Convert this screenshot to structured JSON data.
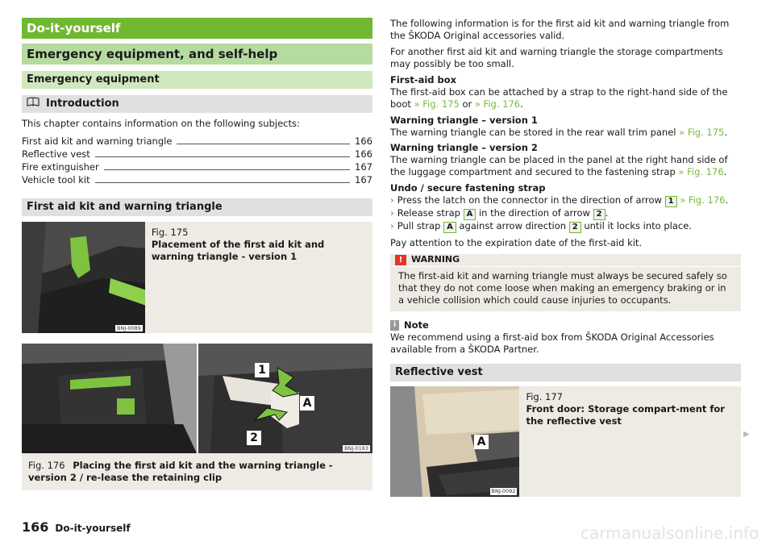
{
  "header": {
    "chapter": "Do-it-yourself",
    "section": "Emergency equipment, and self-help",
    "subsection": "Emergency equipment",
    "intro_title": "Introduction"
  },
  "intro": {
    "text": "This chapter contains information on the following subjects:",
    "toc": [
      {
        "label": "First aid kit and warning triangle",
        "page": "166"
      },
      {
        "label": "Reflective vest",
        "page": "166"
      },
      {
        "label": "Fire extinguisher",
        "page": "167"
      },
      {
        "label": "Vehicle tool kit",
        "page": "167"
      }
    ]
  },
  "first_aid": {
    "title": "First aid kit and warning triangle",
    "fig175": {
      "num": "Fig. 175",
      "caption": "Placement of the first aid kit and warning triangle - version 1",
      "code": "BNJ-0089"
    },
    "fig176": {
      "num": "Fig. 176",
      "caption": "Placing the first aid kit and the warning triangle - version 2 / re-lease the retaining clip",
      "code": "BNJ-0183",
      "badge1": "1",
      "badgeA": "A",
      "badge2": "2"
    }
  },
  "right": {
    "p1": "The following information is for the first aid kit and warning triangle from the ŠKODA Original accessories valid.",
    "p2": "For another first aid kit and warning triangle the storage compartments may possibly be too small.",
    "box_title": "First-aid box",
    "box_text": "The first-aid box can be attached by a strap to the right-hand side of the boot",
    "box_link1": "» Fig. 175",
    "box_or": "or",
    "box_link2": "» Fig. 176",
    "v1_title": "Warning triangle – version 1",
    "v1_text": "The warning triangle can be stored in the rear wall trim panel",
    "v1_link": "» Fig. 175",
    "v2_title": "Warning triangle – version 2",
    "v2_text": "The warning triangle can be placed in the panel at the right hand side of the luggage compartment and secured to the fastening strap",
    "v2_link": "» Fig. 176",
    "undo_title": "Undo / secure fastening strap",
    "step1_a": "Press the latch on the connector in the direction of arrow",
    "step1_key": "1",
    "step1_link": "» Fig. 176",
    "step2_a": "Release strap",
    "step2_key1": "A",
    "step2_b": "in the direction of arrow",
    "step2_key2": "2",
    "step3_a": "Pull strap",
    "step3_key1": "A",
    "step3_b": "against arrow direction",
    "step3_key2": "2",
    "step3_c": "until it locks into place.",
    "expiry": "Pay attention to the expiration date of the first-aid kit.",
    "warning_title": "WARNING",
    "warning_text": "The first-aid kit and warning triangle must always be secured safely so that they do not come loose when making an emergency braking or in a vehicle collision which could cause injuries to occupants.",
    "note_title": "Note",
    "note_text": "We recommend using a first-aid box from ŠKODA Original Accessories available from a ŠKODA Partner.",
    "vest_title": "Reflective vest",
    "fig177": {
      "num": "Fig. 177",
      "caption": "Front door: Storage compart-ment for the reflective vest",
      "code": "BNJ-0092",
      "badgeA": "A"
    }
  },
  "footer": {
    "page": "166",
    "section": "Do-it-yourself"
  },
  "watermark": "carmanualsonline.info",
  "colors": {
    "accent": "#6fb830",
    "warning": "#e63329"
  }
}
